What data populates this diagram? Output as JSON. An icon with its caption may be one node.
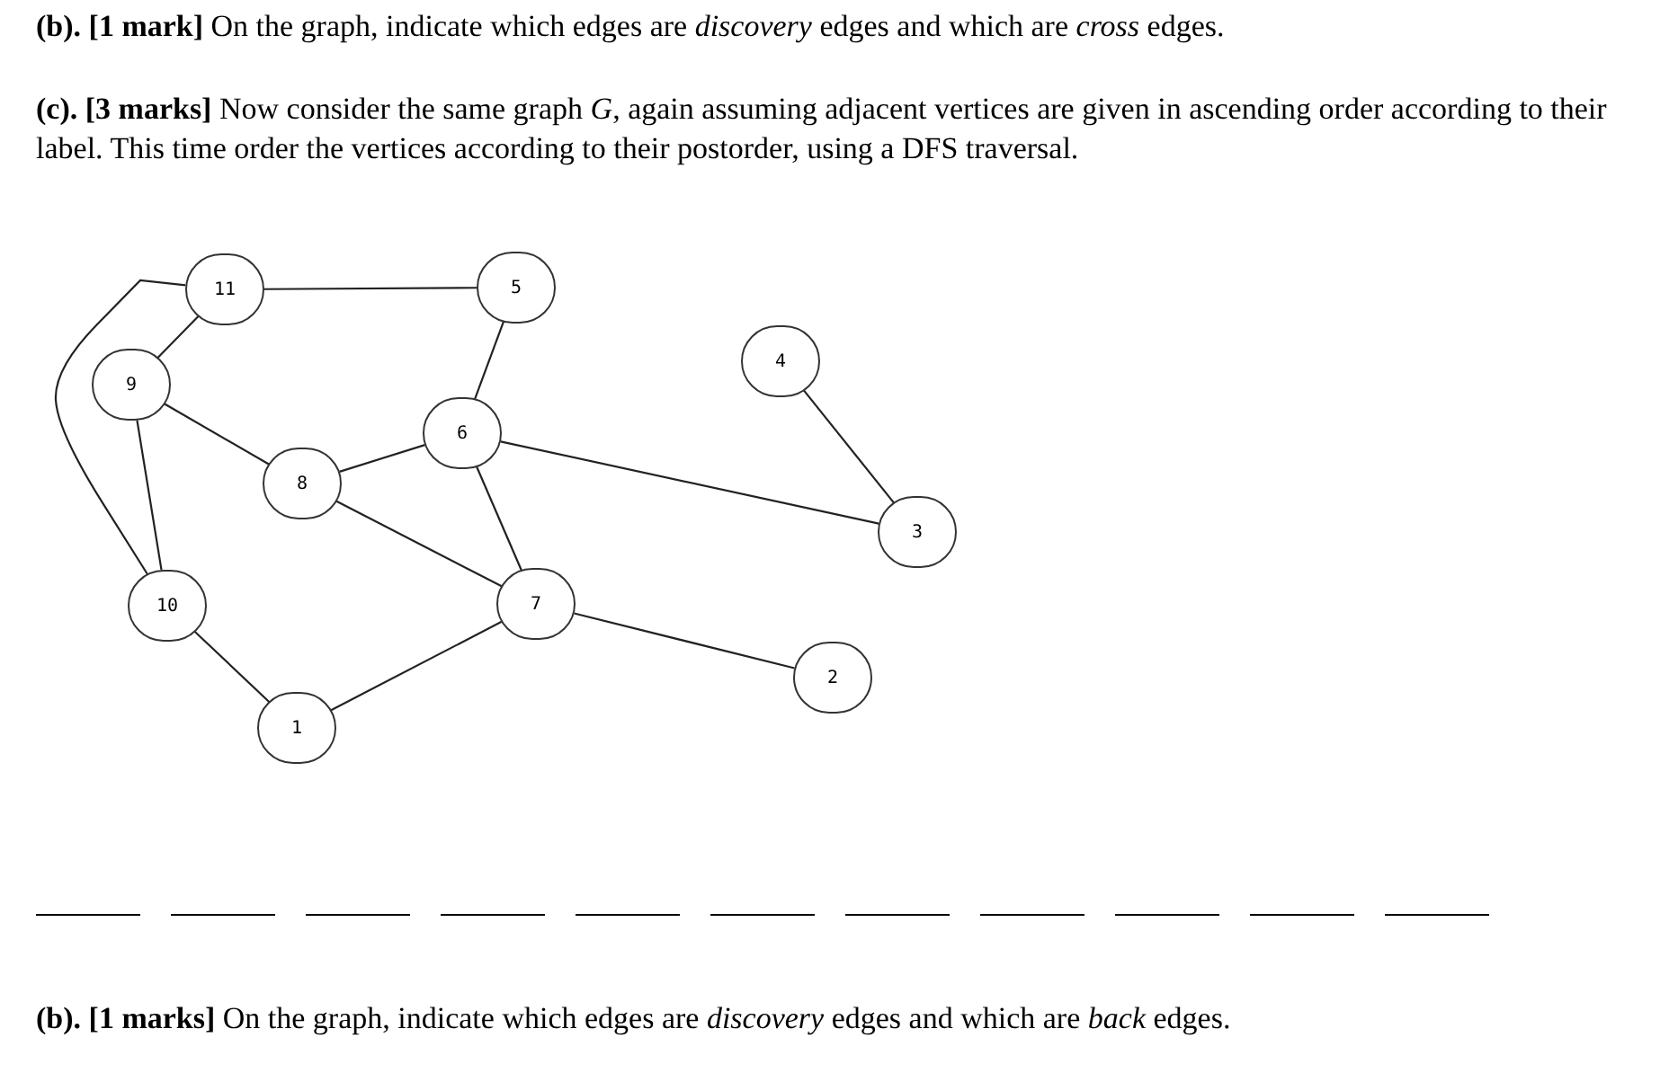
{
  "diagram": {
    "nodes": [
      {
        "text": [
          "11"
        ]
      },
      {
        "text": [
          "5"
        ]
      },
      {
        "text": [
          "9"
        ]
      },
      {
        "text": [
          "4"
        ]
      },
      {
        "text": [
          "6"
        ]
      },
      {
        "text": [
          "8"
        ]
      },
      {
        "text": [
          "3"
        ]
      },
      {
        "text": [
          "10"
        ]
      },
      {
        "text": [
          "7"
        ]
      },
      {
        "text": [
          "2"
        ]
      },
      {
        "text": [
          "1"
        ]
      }
    ],
    "edges": [
      {
        "from": 0,
        "to": 1,
        "arrow": "none"
      },
      {
        "from": 0,
        "to": 2,
        "arrow": "none"
      },
      {
        "from": 0,
        "to": 7,
        "arrow": "none"
      },
      {
        "from": 2,
        "to": 7,
        "arrow": "none"
      },
      {
        "from": 2,
        "to": 5,
        "arrow": "none"
      },
      {
        "from": 1,
        "to": 4,
        "arrow": "none"
      },
      {
        "from": 5,
        "to": 4,
        "arrow": "none"
      },
      {
        "from": 5,
        "to": 8,
        "arrow": "none"
      },
      {
        "from": 4,
        "to": 8,
        "arrow": "none"
      },
      {
        "from": 4,
        "to": 6,
        "arrow": "none"
      },
      {
        "from": 3,
        "to": 6,
        "arrow": "none"
      },
      {
        "from": 8,
        "to": 9,
        "arrow": "none"
      },
      {
        "from": 7,
        "to": 10,
        "arrow": "none"
      },
      {
        "from": 10,
        "to": 8,
        "arrow": "none"
      }
    ],
    "labels": [
      "**(b). [1 mark]** On the graph, indicate which edges are *discovery* edges and which are *cross* edges.",
      "**(c). [3 marks]** Now consider the same graph *G*, again assuming adjacent vertices are given in ascending order according to their label. This time order the vertices according to their postorder, using a DFS traversal.",
      "**(b). [1 marks]** On the graph, indicate which edges are *discovery* edges and which are *back* edges."
    ]
  }
}
